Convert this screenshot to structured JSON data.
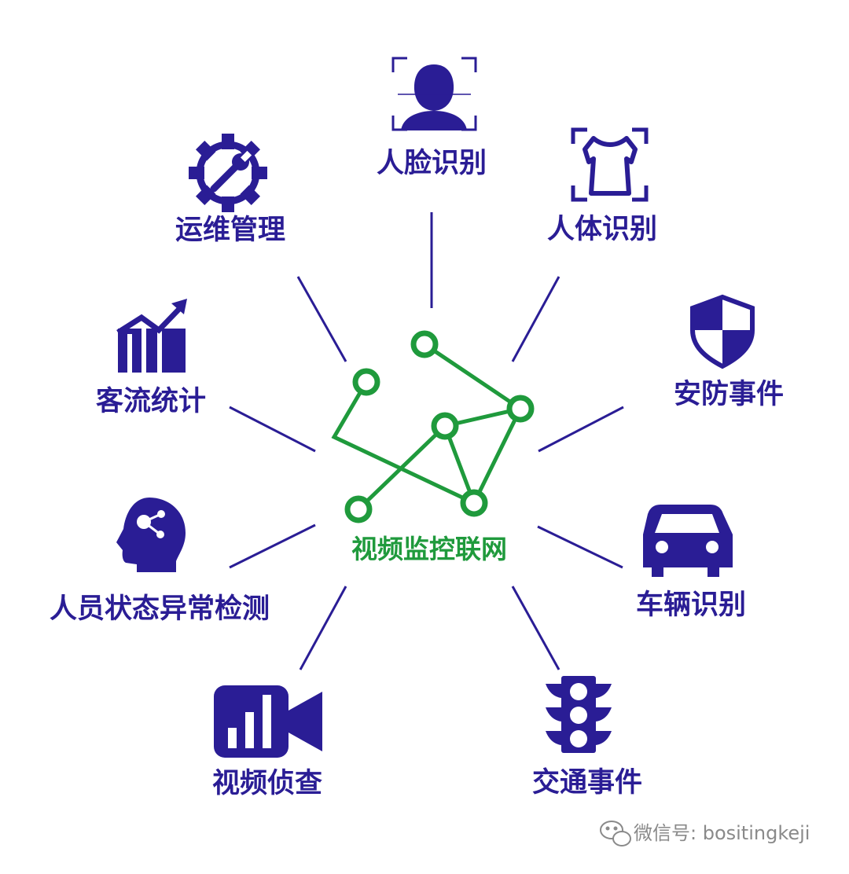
{
  "center": {
    "label": "视频监控联网"
  },
  "items": [
    {
      "key": "face",
      "label": "人脸识别",
      "icon": "face-recognition-icon"
    },
    {
      "key": "body",
      "label": "人体识别",
      "icon": "body-recognition-icon"
    },
    {
      "key": "security",
      "label": "安防事件",
      "icon": "shield-icon"
    },
    {
      "key": "vehicle",
      "label": "车辆识别",
      "icon": "car-icon"
    },
    {
      "key": "traffic",
      "label": "交通事件",
      "icon": "traffic-light-icon"
    },
    {
      "key": "video",
      "label": "视频侦查",
      "icon": "video-camera-icon"
    },
    {
      "key": "person-state",
      "label": "人员状态异常检测",
      "icon": "head-brain-icon"
    },
    {
      "key": "flow",
      "label": "客流统计",
      "icon": "growth-chart-icon"
    },
    {
      "key": "ops",
      "label": "运维管理",
      "icon": "gear-wrench-icon"
    }
  ],
  "watermark": {
    "text": "微信号: bositingkeji",
    "icon": "wechat-icon"
  },
  "colors": {
    "primary": "#2a1d95",
    "accent": "#1f9a3c",
    "watermark": "#8a8a8a"
  }
}
